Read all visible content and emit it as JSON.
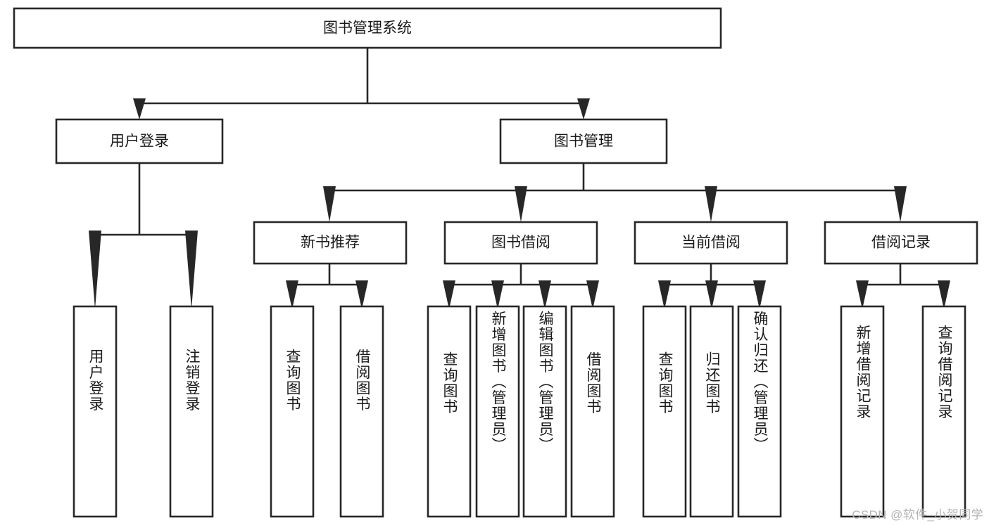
{
  "diagram": {
    "type": "tree-hierarchy-chart",
    "title": "图书管理系统",
    "root": {
      "label": "图书管理系统"
    },
    "level2": [
      {
        "label": "用户登录"
      },
      {
        "label": "图书管理"
      }
    ],
    "level3": [
      {
        "label": "新书推荐"
      },
      {
        "label": "图书借阅"
      },
      {
        "label": "当前借阅"
      },
      {
        "label": "借阅记录"
      }
    ],
    "leaves": {
      "user_login": [
        {
          "label": "用户登录"
        },
        {
          "label": "注销登录"
        }
      ],
      "new_book": [
        {
          "label": "查询图书"
        },
        {
          "label": "借阅图书"
        }
      ],
      "book_borrow": [
        {
          "label": "查询图书"
        },
        {
          "label": "新增图书（管理员）"
        },
        {
          "label": "编辑图书（管理员）"
        },
        {
          "label": "借阅图书"
        }
      ],
      "current_borrow": [
        {
          "label": "查询图书"
        },
        {
          "label": "归还图书"
        },
        {
          "label": "确认归还（管理员）"
        }
      ],
      "borrow_record": [
        {
          "label": "新增借阅记录"
        },
        {
          "label": "查询借阅记录"
        }
      ]
    },
    "watermark": "CSDN @软件_小贺同学",
    "colors": {
      "stroke": "#272727",
      "fill": "#ffffff",
      "text": "#1a1a1a",
      "watermark": "#b4b4b4"
    }
  }
}
